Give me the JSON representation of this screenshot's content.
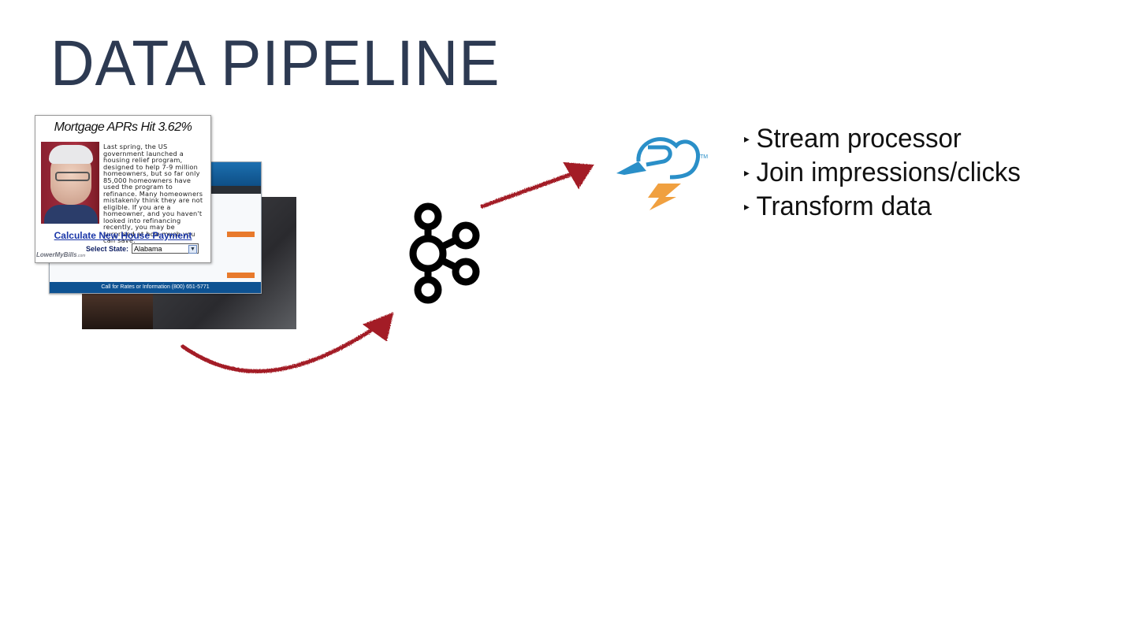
{
  "slide": {
    "title": "DATA PIPELINE"
  },
  "ad": {
    "headline": "Mortgage APRs Hit 3.62%",
    "body": "Last spring, the US government launched a housing relief program, designed to help 7-9 million homeowners, but so far only 85,000 homeowners have used the program to refinance. Many homeowners mistakenly think they are not eligible. If you are a homeowner, and you haven't looked into refinancing recently, you may be surprised at how much you can save.",
    "link": "Calculate New House Payment",
    "state_label": "Select State:",
    "state_value": "Alabama",
    "logo": "LowerMyBills",
    "logo_suffix": ".com",
    "footer": "Call for Rates or Information (800) 651-5771"
  },
  "bullets": [
    "Stream processor",
    "Join impressions/clicks",
    "Transform data"
  ],
  "colors": {
    "title": "#2d3a52",
    "arrow": "#a31f25",
    "storm_blue": "#2a8fc8",
    "storm_orange": "#f0a040"
  },
  "icons": {
    "kafka": "kafka-logo-icon",
    "storm": "storm-logo-icon"
  }
}
